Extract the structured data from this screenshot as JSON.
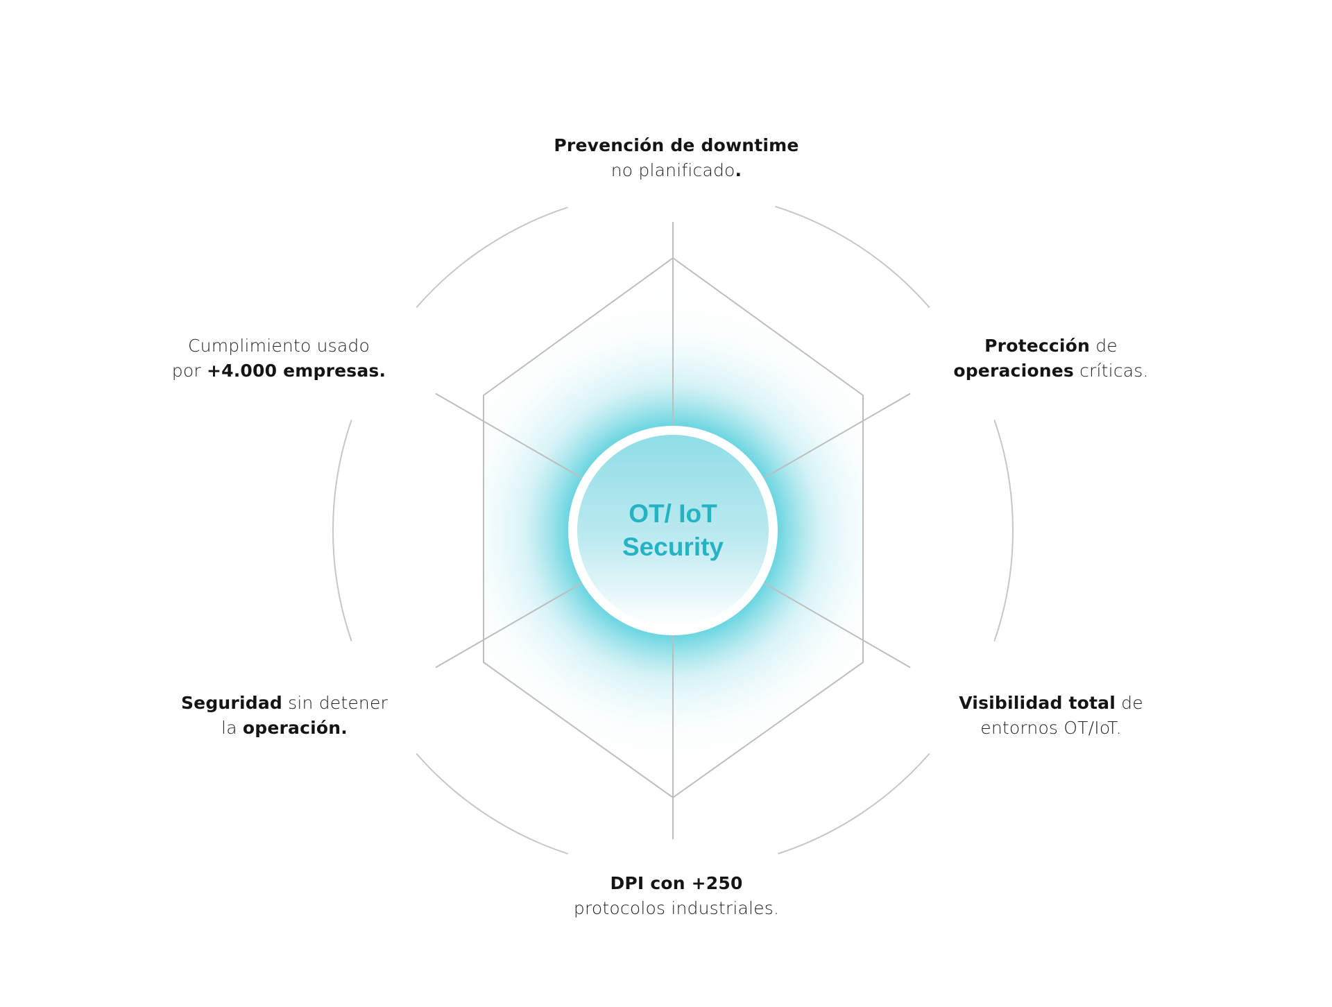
{
  "center": {
    "line1": "OT/ IoT",
    "line2": "Security"
  },
  "benefits": {
    "top": {
      "line1": [
        {
          "text": "Prevención de downtime",
          "bold": true
        }
      ],
      "line2": [
        {
          "text": "no planificado",
          "bold": false
        },
        {
          "text": ".",
          "bold": true
        }
      ]
    },
    "top_right": {
      "line1": [
        {
          "text": "Protección",
          "bold": true
        },
        {
          "text": " de",
          "bold": false
        }
      ],
      "line2": [
        {
          "text": "operaciones",
          "bold": true
        },
        {
          "text": " críticas.",
          "bold": false
        }
      ]
    },
    "bottom_right": {
      "line1": [
        {
          "text": "Visibilidad total",
          "bold": true
        },
        {
          "text": " de",
          "bold": false
        }
      ],
      "line2": [
        {
          "text": "entornos OT/IoT.",
          "bold": false
        }
      ]
    },
    "bottom": {
      "line1": [
        {
          "text": "DPI con +250",
          "bold": true
        }
      ],
      "line2": [
        {
          "text": "protocolos industriales.",
          "bold": false
        }
      ]
    },
    "bottom_left": {
      "line1": [
        {
          "text": "Seguridad",
          "bold": true
        },
        {
          "text": " sin detener",
          "bold": false
        }
      ],
      "line2": [
        {
          "text": "la ",
          "bold": false
        },
        {
          "text": "operación.",
          "bold": true
        }
      ]
    },
    "top_left": {
      "line1": [
        {
          "text": "Cumplimiento usado",
          "bold": false
        }
      ],
      "line2": [
        {
          "text": "por ",
          "bold": false
        },
        {
          "text": "+4.000 empresas.",
          "bold": true
        }
      ]
    }
  },
  "colors": {
    "accent": "#25b2c2",
    "glow": "#2ec4d4",
    "line": "#bdbdbd",
    "arc": "#c6c6c6",
    "text": "#1f1f1f"
  }
}
